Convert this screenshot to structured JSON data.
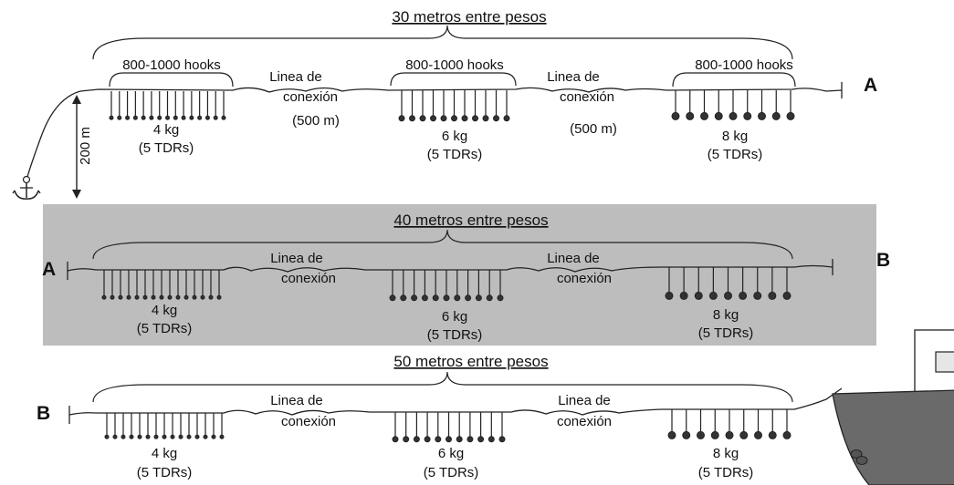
{
  "colors": {
    "panel": "#bdbdbd",
    "line": "#222222",
    "vessel_hull": "#6a6a6a"
  },
  "icons": {
    "anchor": "anchor-icon",
    "vessel": "fishing-vessel-icon"
  },
  "depth_marker": {
    "label": "200 m"
  },
  "rows": [
    {
      "title": "30 metros entre pesos",
      "start_label": "",
      "end_label": "A",
      "segments": [
        {
          "hooks_label": "800-1000 hooks",
          "weight": "4 kg",
          "tdr": "(5 TDRs)"
        },
        {
          "hooks_label": "800-1000 hooks",
          "weight": "6 kg",
          "tdr": "(5 TDRs)"
        },
        {
          "hooks_label": "800-1000 hooks",
          "weight": "8 kg",
          "tdr": "(5 TDRs)"
        }
      ],
      "connectors": [
        {
          "line1": "Linea de",
          "line2": "conexión",
          "length": "(500 m)"
        },
        {
          "line1": "Linea de",
          "line2": "conexión",
          "length": "(500 m)"
        }
      ]
    },
    {
      "title": "40 metros entre pesos",
      "start_label": "A",
      "end_label": "B",
      "segments": [
        {
          "weight": "4 kg",
          "tdr": "(5 TDRs)"
        },
        {
          "weight": "6 kg",
          "tdr": "(5 TDRs)"
        },
        {
          "weight": "8 kg",
          "tdr": "(5 TDRs)"
        }
      ],
      "connectors": [
        {
          "line1": "Linea de",
          "line2": "conexión"
        },
        {
          "line1": "Linea de",
          "line2": "conexión"
        }
      ]
    },
    {
      "title": "50 metros entre pesos",
      "start_label": "B",
      "end_label": "",
      "segments": [
        {
          "weight": "4 kg",
          "tdr": "(5 TDRs)"
        },
        {
          "weight": "6 kg",
          "tdr": "(5 TDRs)"
        },
        {
          "weight": "8 kg",
          "tdr": "(5 TDRs)"
        }
      ],
      "connectors": [
        {
          "line1": "Linea de",
          "line2": "conexión"
        },
        {
          "line1": "Linea de",
          "line2": "conexión"
        }
      ]
    }
  ]
}
